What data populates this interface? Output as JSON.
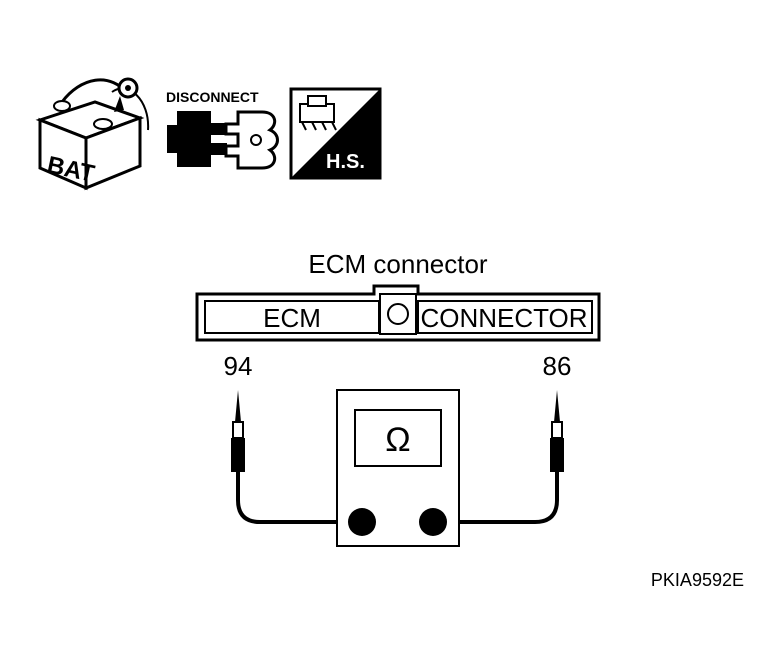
{
  "icons": {
    "battery_label": "BAT",
    "disconnect_label": "DISCONNECT",
    "hs_label": "H.S."
  },
  "connector": {
    "title": "ECM connector",
    "left_label": "ECM",
    "right_label": "CONNECTOR"
  },
  "probes": {
    "left_terminal": "94",
    "right_terminal": "86"
  },
  "meter": {
    "symbol": "Ω"
  },
  "figure_code": "PKIA9592E"
}
